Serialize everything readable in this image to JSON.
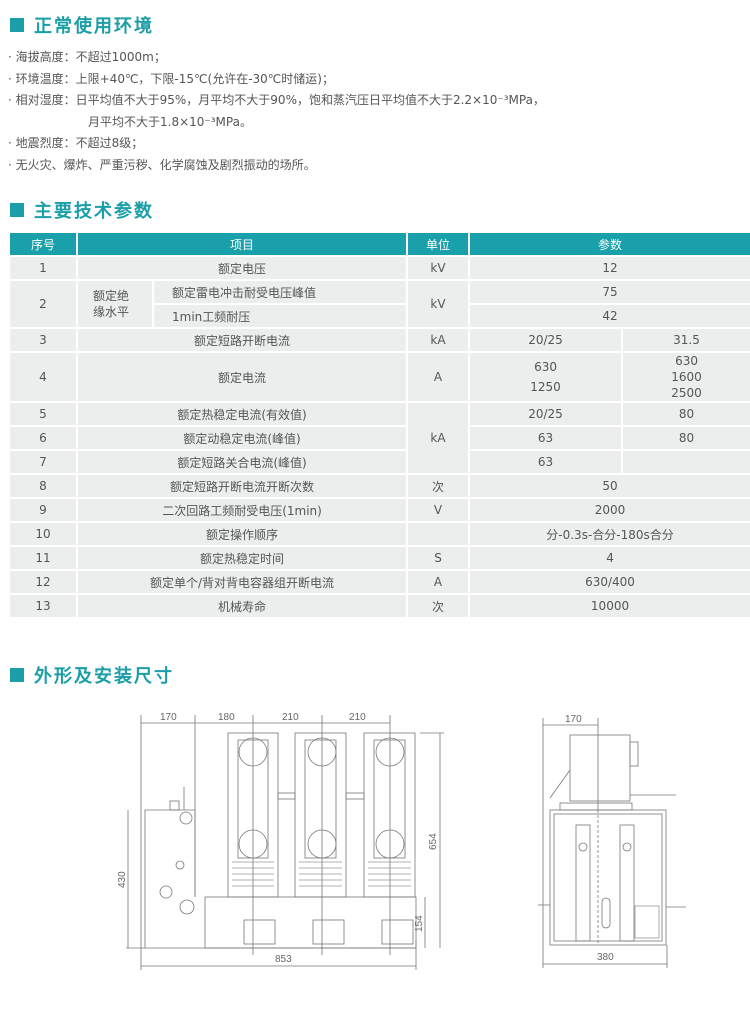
{
  "section1": {
    "title": "正常使用环境",
    "items": [
      "· 海拔高度：不超过1000m；",
      "· 环境温度：上限+40℃，下限-15℃(允许在-30℃时储运)；",
      "· 相对湿度：日平均值不大于95%，月平均不大于90%，饱和蒸汽压日平均值不大于2.2×10⁻³MPa，",
      "月平均不大于1.8×10⁻³MPa。",
      "· 地震烈度：不超过8级；",
      "· 无火灾、爆炸、严重污秽、化学腐蚀及剧烈振动的场所。"
    ]
  },
  "section2": {
    "title": "主要技术参数",
    "headers": [
      "序号",
      "项目",
      "单位",
      "参数"
    ],
    "rows": [
      {
        "no": "1",
        "item": "额定电压",
        "unit": "kV",
        "p1": "12"
      },
      {
        "no": "2",
        "group": "额定绝缘水平",
        "item": "额定雷电冲击耐受电压峰值",
        "item2": "1min工频耐压",
        "unit": "kV",
        "p1": "75",
        "p2": "42"
      },
      {
        "no": "3",
        "item": "额定短路开断电流",
        "unit": "kA",
        "p1": "20/25",
        "p2": "31.5"
      },
      {
        "no": "4",
        "item": "额定电流",
        "unit": "A",
        "p1a": "630",
        "p1b": "1250",
        "p2a": "630",
        "p2b": "1600",
        "p2c": "2500"
      },
      {
        "no": "5",
        "item": "额定热稳定电流(有效值)",
        "unit": "kA",
        "p1": "20/25",
        "p2": "80"
      },
      {
        "no": "6",
        "item": "额定动稳定电流(峰值)",
        "p1": "63",
        "p2": "80"
      },
      {
        "no": "7",
        "item": "额定短路关合电流(峰值)",
        "p1": "63"
      },
      {
        "no": "8",
        "item": "额定短路开断电流开断次数",
        "unit": "次",
        "p1": "50"
      },
      {
        "no": "9",
        "item": "二次回路工频耐受电压(1min)",
        "unit": "V",
        "p1": "2000"
      },
      {
        "no": "10",
        "item": "额定操作顺序",
        "unit": "",
        "p1": "分-0.3s-合分-180s合分"
      },
      {
        "no": "11",
        "item": "额定热稳定时间",
        "unit": "S",
        "p1": "4"
      },
      {
        "no": "12",
        "item": "额定单个/背对背电容器组开断电流",
        "unit": "A",
        "p1": "630/400"
      },
      {
        "no": "13",
        "item": "机械寿命",
        "unit": "次",
        "p1": "10000"
      }
    ]
  },
  "section3": {
    "title": "外形及安装尺寸",
    "front_dims": {
      "d170": "170",
      "d180": "180",
      "d210a": "210",
      "d210b": "210",
      "d430": "430",
      "d654": "654",
      "d154": "154",
      "d853": "853"
    },
    "side_dims": {
      "d170": "170",
      "d380": "380"
    }
  },
  "colors": {
    "accent": "#1aa0aa",
    "row_bg": "#eceeee"
  }
}
